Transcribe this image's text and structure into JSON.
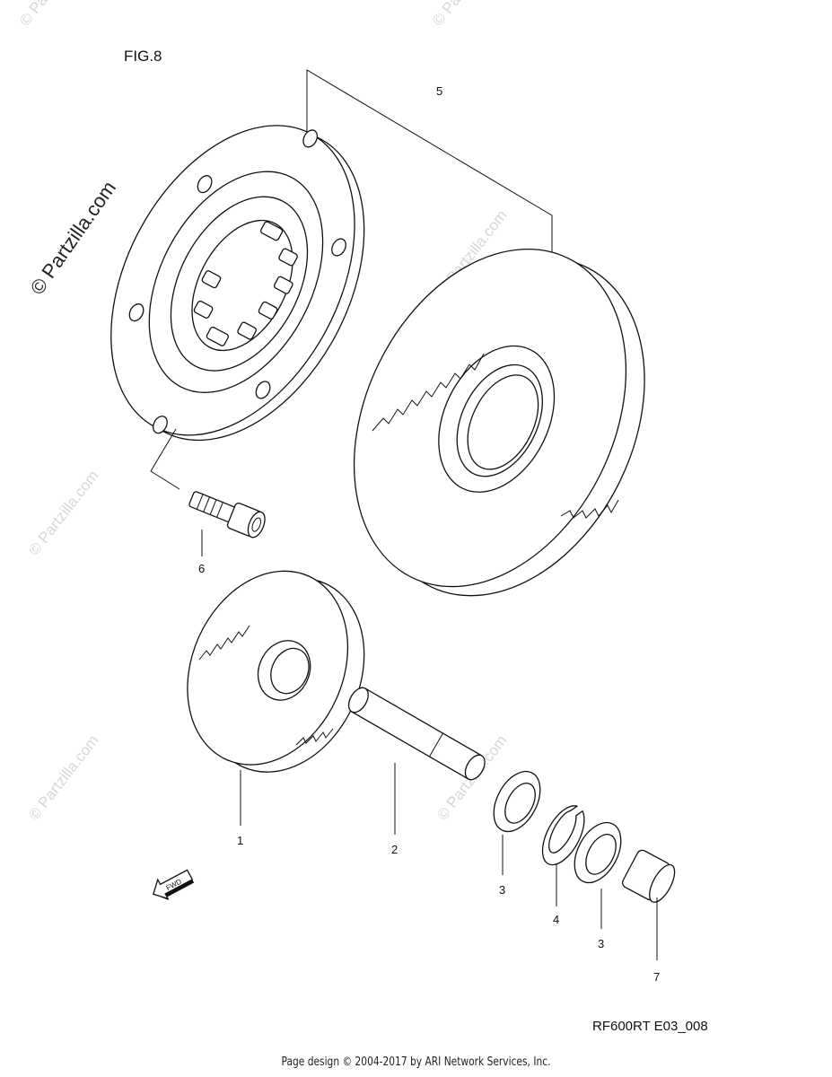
{
  "figure": {
    "title": "FIG.8",
    "code": "RF600RT E03_008"
  },
  "watermark": {
    "main": "© Partzilla.com",
    "faint": "© Partzilla.com"
  },
  "callouts": {
    "c1": "1",
    "c2": "2",
    "c3a": "3",
    "c3b": "3",
    "c4": "4",
    "c5": "5",
    "c6": "6",
    "c7": "7"
  },
  "fwd": {
    "label": "FWD"
  },
  "footer": {
    "text": "Page design © 2004-2017 by ARI Network Services, Inc."
  },
  "icons": [
    "fwd-arrow-icon"
  ]
}
